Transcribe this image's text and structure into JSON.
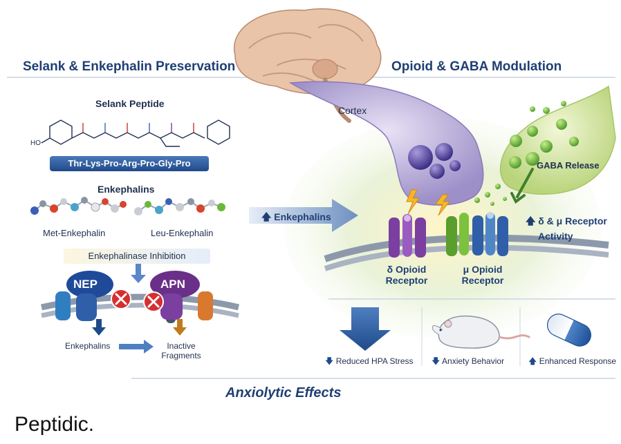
{
  "left_header": "Selank & Enkephalin Preservation",
  "right_header": "Opioid & GABA Modulation",
  "cortex_label": "Cortex",
  "selank": {
    "title": "Selank Peptide",
    "ho_label": "HO",
    "sequence": "Thr-Lys-Pro-Arg-Pro-Gly-Pro"
  },
  "enkephalins": {
    "title": "Enkephalins",
    "met": "Met-Enkephalin",
    "leu": "Leu-Enkephalin"
  },
  "inhibition": {
    "title": "Enkephalinase Inhibition",
    "nep": "NEP",
    "apn": "APN",
    "from_label": "Enkephalins",
    "to_label_line1": "Inactive",
    "to_label_line2": "Fragments"
  },
  "flow_arrow_label": "Enkephalins",
  "gaba_release": "GABA Release",
  "receptor_activity_line1": "δ & μ Receptor",
  "receptor_activity_line2": "Activity",
  "delta_receptor_line1": "δ Opioid",
  "delta_receptor_line2": "Receptor",
  "mu_receptor_line1": "μ Opioid",
  "mu_receptor_line2": "Receptor",
  "effects": {
    "hpa": "Reduced HPA Stress",
    "anxiety": "Anxiety Behavior",
    "response": "Enhanced Response"
  },
  "footer_title": "Anxiolytic Effects",
  "brand": "Peptidic.",
  "colors": {
    "header_navy": "#1f3f73",
    "delta_purple": "#7b3fa0",
    "mu_green": "#4a8a2a",
    "mu_blue": "#2f5fa8",
    "inhibit_red": "#d62f2f",
    "gaba_green": "#6ab83a"
  }
}
